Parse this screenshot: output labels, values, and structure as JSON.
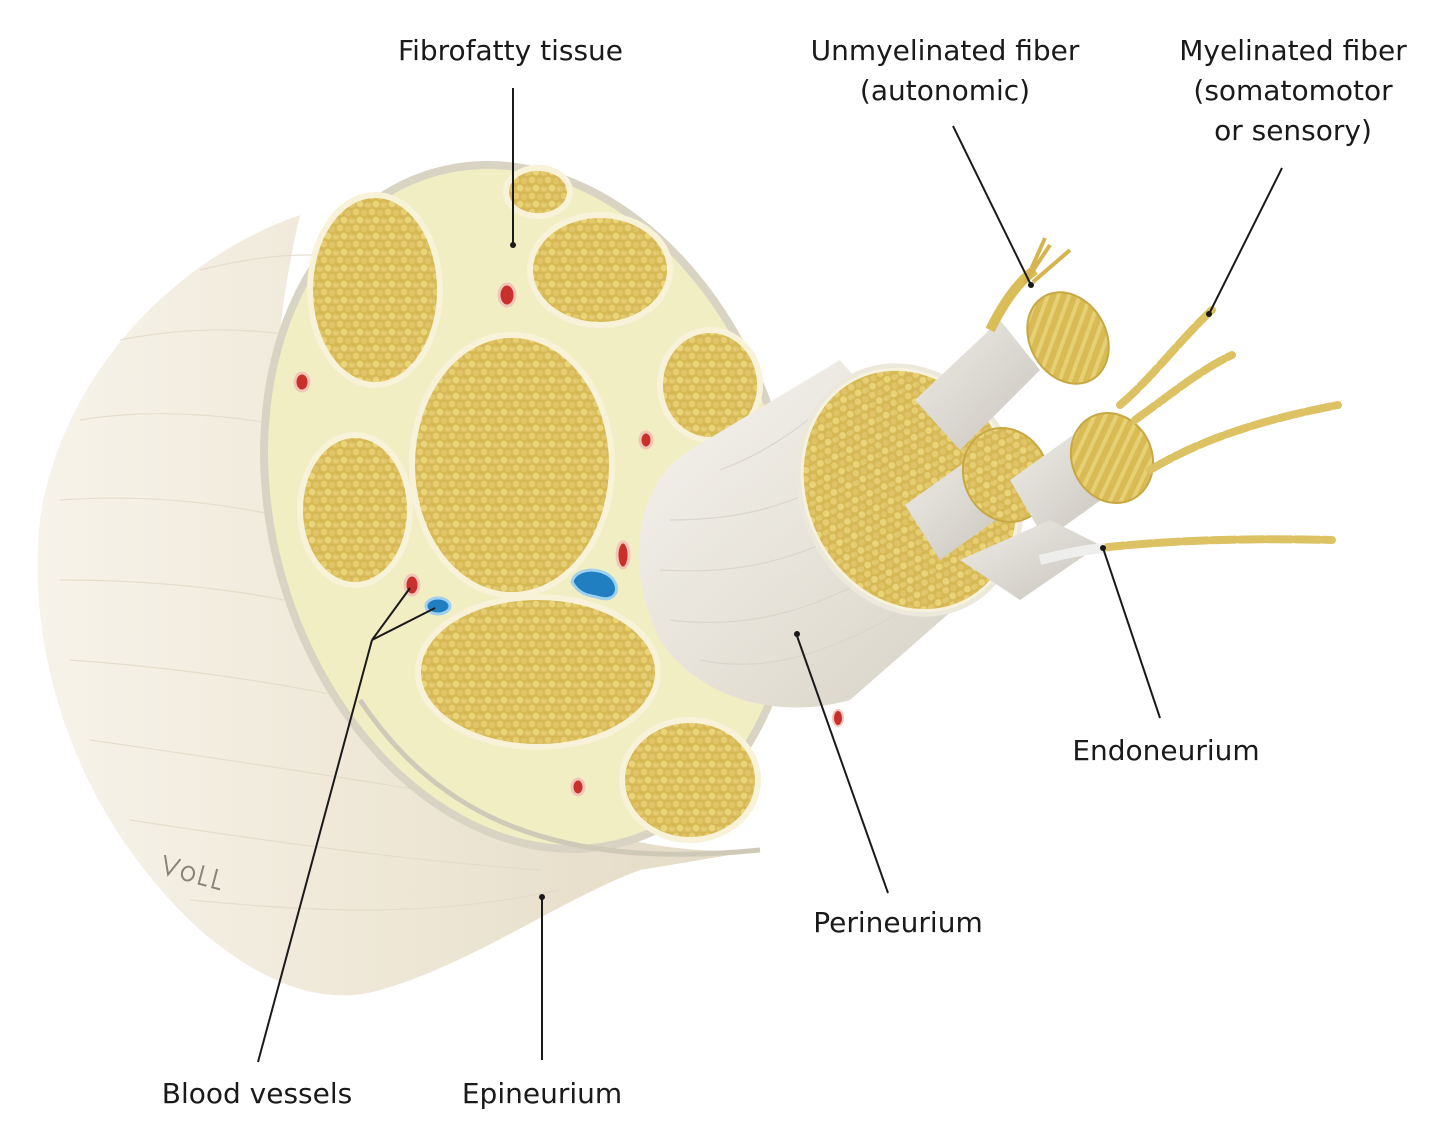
{
  "labels": {
    "fibrofatty": "Fibrofatty tissue",
    "unmyelinated": {
      "line1": "Unmyelinated fiber",
      "line2": "(autonomic)"
    },
    "myelinated": {
      "line1": "Myelinated fiber",
      "line2": "(somatomotor",
      "line3": "or sensory)"
    },
    "endoneurium": "Endoneurium",
    "perineurium": "Perineurium",
    "epineurium": "Epineurium",
    "blood_vessels": "Blood vessels"
  },
  "signature": "Voll",
  "colors": {
    "fascicle": "#d9bf5c",
    "fat": "#f3efc4",
    "sheath": "#e6e1d2",
    "artery": "#c8302c",
    "vein": "#1f7fc0"
  }
}
